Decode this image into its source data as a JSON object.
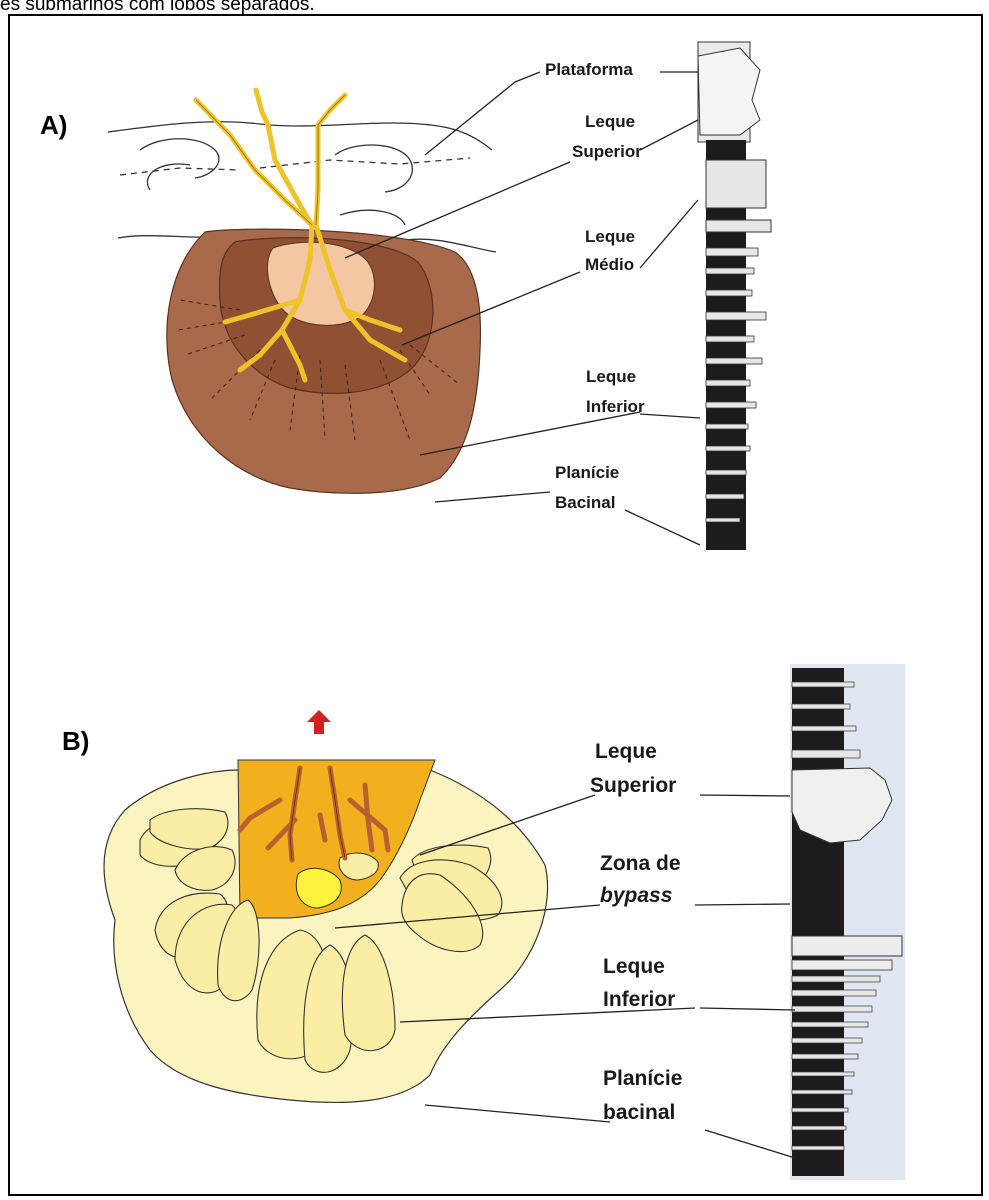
{
  "caption": "es submarinos com lobos separados.",
  "panel_a": {
    "tag": "A)",
    "labels": {
      "plataforma": "Plataforma",
      "leque_superior_1": "Leque",
      "leque_superior_2": "Superior",
      "leque_medio_1": "Leque",
      "leque_medio_2": "Médio",
      "leque_inferior_1": "Leque",
      "leque_inferior_2": "Inferior",
      "planicie_1": "Planície",
      "planicie_2": "Bacinal"
    }
  },
  "panel_b": {
    "tag": "B)",
    "labels": {
      "leque_superior_1": "Leque",
      "leque_superior_2": "Superior",
      "zona_1": "Zona de",
      "zona_2": "bypass",
      "leque_inferior_1": "Leque",
      "leque_inferior_2": "Inferior",
      "planicie_1": "Planície",
      "planicie_2": "bacinal"
    }
  },
  "colors": {
    "fan_outer_brown": "#a86a4a",
    "fan_mid_brown": "#8f5034",
    "fan_upper_peach": "#f3c7a2",
    "channel_yellow": "#f0c22a",
    "fan_b_pale": "#fcf4bf",
    "lobe_b": "#fbeea4",
    "upper_fan_b_orange": "#f2b01e",
    "channel_b_brown": "#b8612e",
    "arrow_red": "#d21f1f"
  }
}
